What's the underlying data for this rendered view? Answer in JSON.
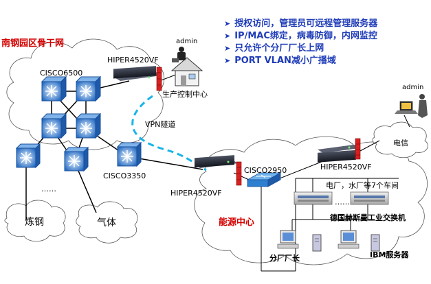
{
  "bullets": [
    "授权访问，管理员可远程管理服务器",
    "IP/MAC绑定，病毒防御，内网监控",
    "只允许个分厂厂长上网",
    "PORT VLAN减小广播域"
  ],
  "labels": {
    "backbone_title": "南钢园区骨干网",
    "cisco6500": "CISCO6500",
    "hiper_top": "HIPER4520VF",
    "admin_top": "admin",
    "control_center": "生产控制中心",
    "vpn": "VPN隧道",
    "cisco3350": "CISCO3350",
    "hiper_mid": "HIPER4520VF",
    "cisco2950": "CISCO2950",
    "hiper_right": "HIPER4520VF",
    "admin_right": "admin",
    "telecom": "电信",
    "workshops": "电厂，水厂等7个车间",
    "ellipsis_left": "……",
    "ellipsis_right": "……",
    "steelmaking": "炼钢",
    "gas": "气体",
    "energy_center": "能源中心",
    "german_switch": "德国赫斯曼工业交换机",
    "branch_director": "分厂厂长",
    "ibm_server": "IBM服务器"
  },
  "colors": {
    "bullet_text": "#1f3cb8",
    "title_red": "#d40000",
    "vpn_dash": "#18b4e8",
    "router_body": "#2a2f3a",
    "firewall": "#d82020",
    "switch_blue": "#2f7fd0"
  }
}
